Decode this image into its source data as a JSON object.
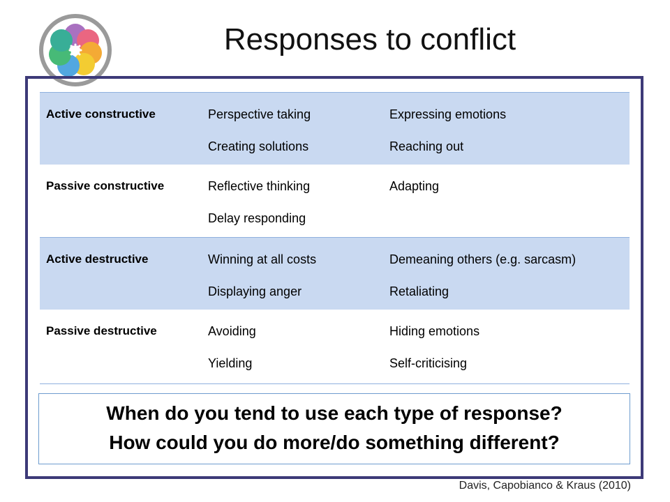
{
  "title": "Responses to conflict",
  "table": {
    "rows": [
      {
        "category": "Active constructive",
        "col1": [
          "Perspective taking",
          "Creating solutions"
        ],
        "col2": [
          "Expressing emotions",
          "Reaching out"
        ]
      },
      {
        "category": "Passive constructive",
        "col1": [
          "Reflective thinking",
          "Delay responding"
        ],
        "col2": [
          "Adapting",
          ""
        ]
      },
      {
        "category": "Active destructive",
        "col1": [
          "Winning at all costs",
          "Displaying anger"
        ],
        "col2": [
          "Demeaning others (e.g. sarcasm)",
          "Retaliating"
        ]
      },
      {
        "category": "Passive destructive",
        "col1": [
          "Avoiding",
          "Yielding"
        ],
        "col2": [
          "Hiding emotions",
          "Self-criticising"
        ]
      }
    ]
  },
  "questions": {
    "line1": "When do you tend to use each type of response?",
    "line2": "How could you do more/do something different?"
  },
  "citation": "Davis, Capobianco & Kraus (2010)",
  "colors": {
    "frame": "#3d3a78",
    "shaded_row": "#c9d9f1",
    "row_border": "#8fb0de"
  },
  "logo_icon": "flower-petals-logo-icon"
}
